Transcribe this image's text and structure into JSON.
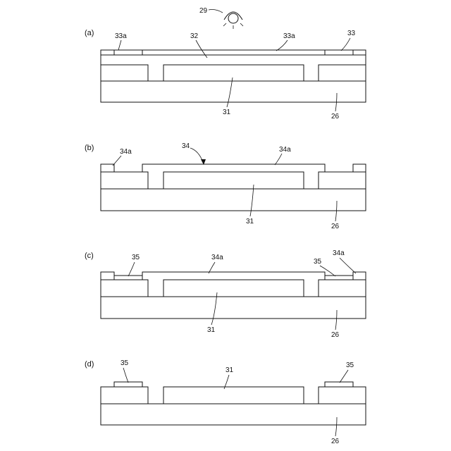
{
  "panels": [
    "(a)",
    "(b)",
    "(c)",
    "(d)"
  ],
  "a": {
    "light_source": "29",
    "mask_openings": "33a",
    "mask_mid": "32",
    "mask_center_label": "33a",
    "mask": "33",
    "pattern": "31",
    "substrate": "26"
  },
  "b": {
    "film": "34",
    "left": "34a",
    "center": "34a",
    "pattern": "31",
    "substrate": "26"
  },
  "c": {
    "left": "35",
    "center": "34a",
    "right_35": "35",
    "right_34a": "34a",
    "pattern": "31",
    "substrate": "26"
  },
  "d": {
    "left": "35",
    "center": "31",
    "right": "35",
    "substrate": "26"
  }
}
